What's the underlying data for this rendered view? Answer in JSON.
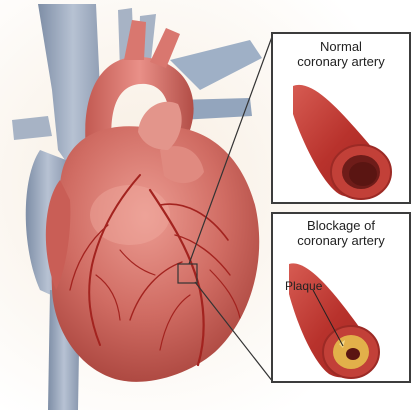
{
  "panels": {
    "normal": {
      "caption": "Normal\ncoronary artery"
    },
    "blockage": {
      "caption": "Blockage of\ncoronary artery",
      "plaque_label": "Plaque"
    }
  },
  "colors": {
    "heart": "#c9605a",
    "heart_highlight": "#e7938a",
    "vessel_blue": "#9aa8bd",
    "artery_red": "#b3332f",
    "plaque": "#e0b347",
    "background_glow": "#f3e6d6"
  }
}
